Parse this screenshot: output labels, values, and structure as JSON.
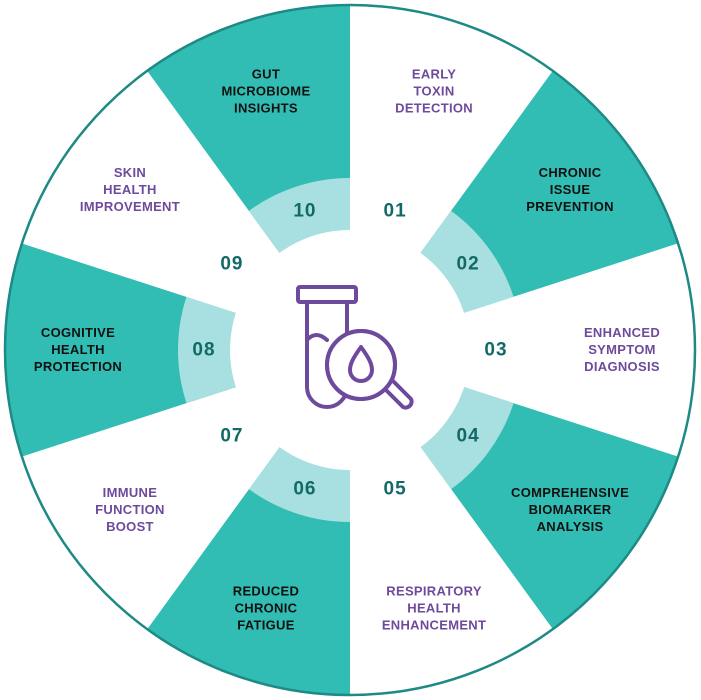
{
  "colors": {
    "teal": "#31bdb3",
    "light_teal": "#a8dfe0",
    "white": "#ffffff",
    "outline": "#1d8a86",
    "number_text": "#136966",
    "purple_text": "#6e4a9c",
    "dark_text": "#111111",
    "icon": "#6e4a9c"
  },
  "center_icon": "test-tube-with-magnifier-and-drop-icon",
  "segments": [
    {
      "number": "01",
      "lines": [
        "EARLY",
        "TOXIN",
        "DETECTION"
      ],
      "fill": "white"
    },
    {
      "number": "02",
      "lines": [
        "CHRONIC",
        "ISSUE",
        "PREVENTION"
      ],
      "fill": "teal"
    },
    {
      "number": "03",
      "lines": [
        "ENHANCED",
        "SYMPTOM",
        "DIAGNOSIS"
      ],
      "fill": "white"
    },
    {
      "number": "04",
      "lines": [
        "COMPREHENSIVE",
        "BIOMARKER",
        "ANALYSIS"
      ],
      "fill": "teal"
    },
    {
      "number": "05",
      "lines": [
        "RESPIRATORY",
        "HEALTH",
        "ENHANCEMENT"
      ],
      "fill": "white"
    },
    {
      "number": "06",
      "lines": [
        "REDUCED",
        "CHRONIC",
        "FATIGUE"
      ],
      "fill": "teal"
    },
    {
      "number": "07",
      "lines": [
        "IMMUNE",
        "FUNCTION",
        "BOOST"
      ],
      "fill": "white"
    },
    {
      "number": "08",
      "lines": [
        "COGNITIVE",
        "HEALTH",
        "PROTECTION"
      ],
      "fill": "teal"
    },
    {
      "number": "09",
      "lines": [
        "SKIN",
        "HEALTH",
        "IMPROVEMENT"
      ],
      "fill": "white"
    },
    {
      "number": "10",
      "lines": [
        "GUT",
        "MICROBIOME",
        "INSIGHTS"
      ],
      "fill": "teal"
    }
  ]
}
